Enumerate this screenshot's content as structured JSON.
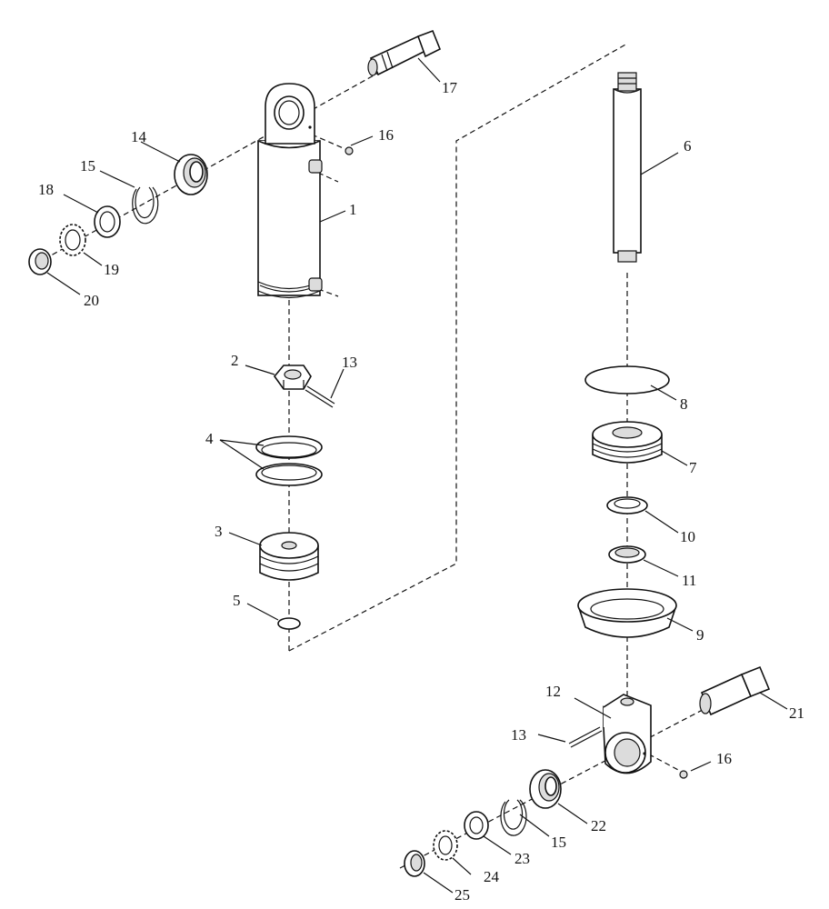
{
  "callouts": {
    "c1": "1",
    "c2": "2",
    "c3": "3",
    "c4": "4",
    "c5": "5",
    "c6": "6",
    "c7": "7",
    "c8": "8",
    "c9": "9",
    "c10": "10",
    "c11": "11",
    "c12": "12",
    "c13a": "13",
    "c13b": "13",
    "c14": "14",
    "c15a": "15",
    "c15b": "15",
    "c16a": "16",
    "c16b": "16",
    "c17": "17",
    "c18": "18",
    "c19": "19",
    "c20": "20",
    "c21": "21",
    "c22": "22",
    "c23": "23",
    "c24": "24",
    "c25": "25"
  }
}
